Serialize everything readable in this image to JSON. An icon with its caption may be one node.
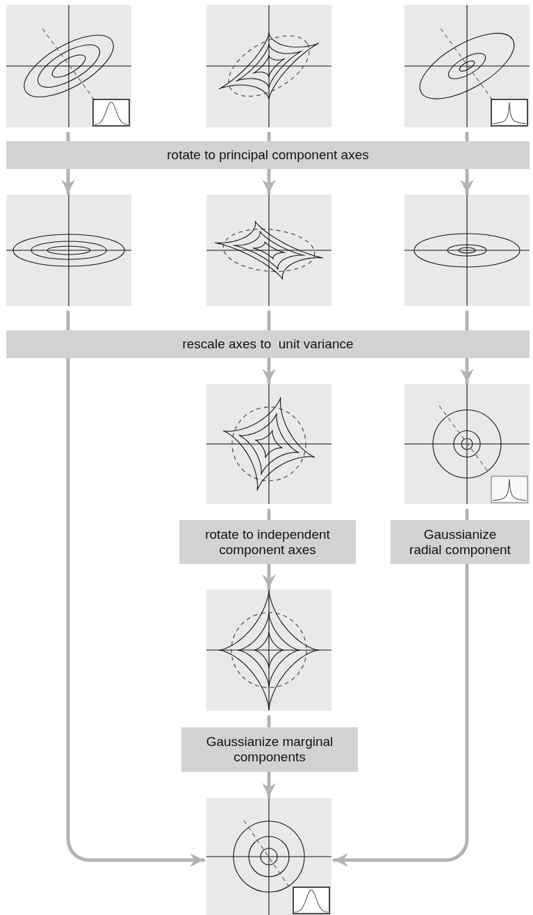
{
  "diagram": {
    "nodes": [
      {
        "text": [],
        "shape": "picture"
      },
      {
        "text": [],
        "shape": "picture"
      },
      {
        "text": [],
        "shape": "picture"
      },
      {
        "text": [
          "rotate to principal component axes"
        ]
      },
      {
        "text": [],
        "shape": "picture"
      },
      {
        "text": [],
        "shape": "picture"
      },
      {
        "text": [],
        "shape": "picture"
      },
      {
        "text": [
          "rescale axes to  unit variance"
        ]
      },
      {
        "text": [],
        "shape": "picture"
      },
      {
        "text": [],
        "shape": "picture"
      },
      {
        "text": [
          "rotate to independent component axes"
        ]
      },
      {
        "text": [
          "Gaussianize radial component"
        ]
      },
      {
        "text": [],
        "shape": "picture"
      },
      {
        "text": [
          "Gaussianize marginal components"
        ]
      },
      {
        "text": [],
        "shape": "picture"
      }
    ],
    "edges": [
      {
        "from": 0,
        "to": 3,
        "arrow": "none"
      },
      {
        "from": 3,
        "to": 4,
        "arrow": "to"
      },
      {
        "from": 1,
        "to": 3,
        "arrow": "none"
      },
      {
        "from": 3,
        "to": 5,
        "arrow": "to"
      },
      {
        "from": 2,
        "to": 3,
        "arrow": "none"
      },
      {
        "from": 3,
        "to": 6,
        "arrow": "to"
      },
      {
        "from": 4,
        "to": 7,
        "arrow": "none"
      },
      {
        "from": 7,
        "to": 14,
        "arrow": "to"
      },
      {
        "from": 5,
        "to": 7,
        "arrow": "none"
      },
      {
        "from": 7,
        "to": 8,
        "arrow": "to"
      },
      {
        "from": 6,
        "to": 7,
        "arrow": "none"
      },
      {
        "from": 7,
        "to": 9,
        "arrow": "to"
      },
      {
        "from": 8,
        "to": 10,
        "arrow": "none"
      },
      {
        "from": 10,
        "to": 12,
        "arrow": "to"
      },
      {
        "from": 9,
        "to": 11,
        "arrow": "none"
      },
      {
        "from": 11,
        "to": 14,
        "arrow": "to"
      },
      {
        "from": 12,
        "to": 13,
        "arrow": "none"
      },
      {
        "from": 13,
        "to": 14,
        "arrow": "to"
      }
    ]
  }
}
